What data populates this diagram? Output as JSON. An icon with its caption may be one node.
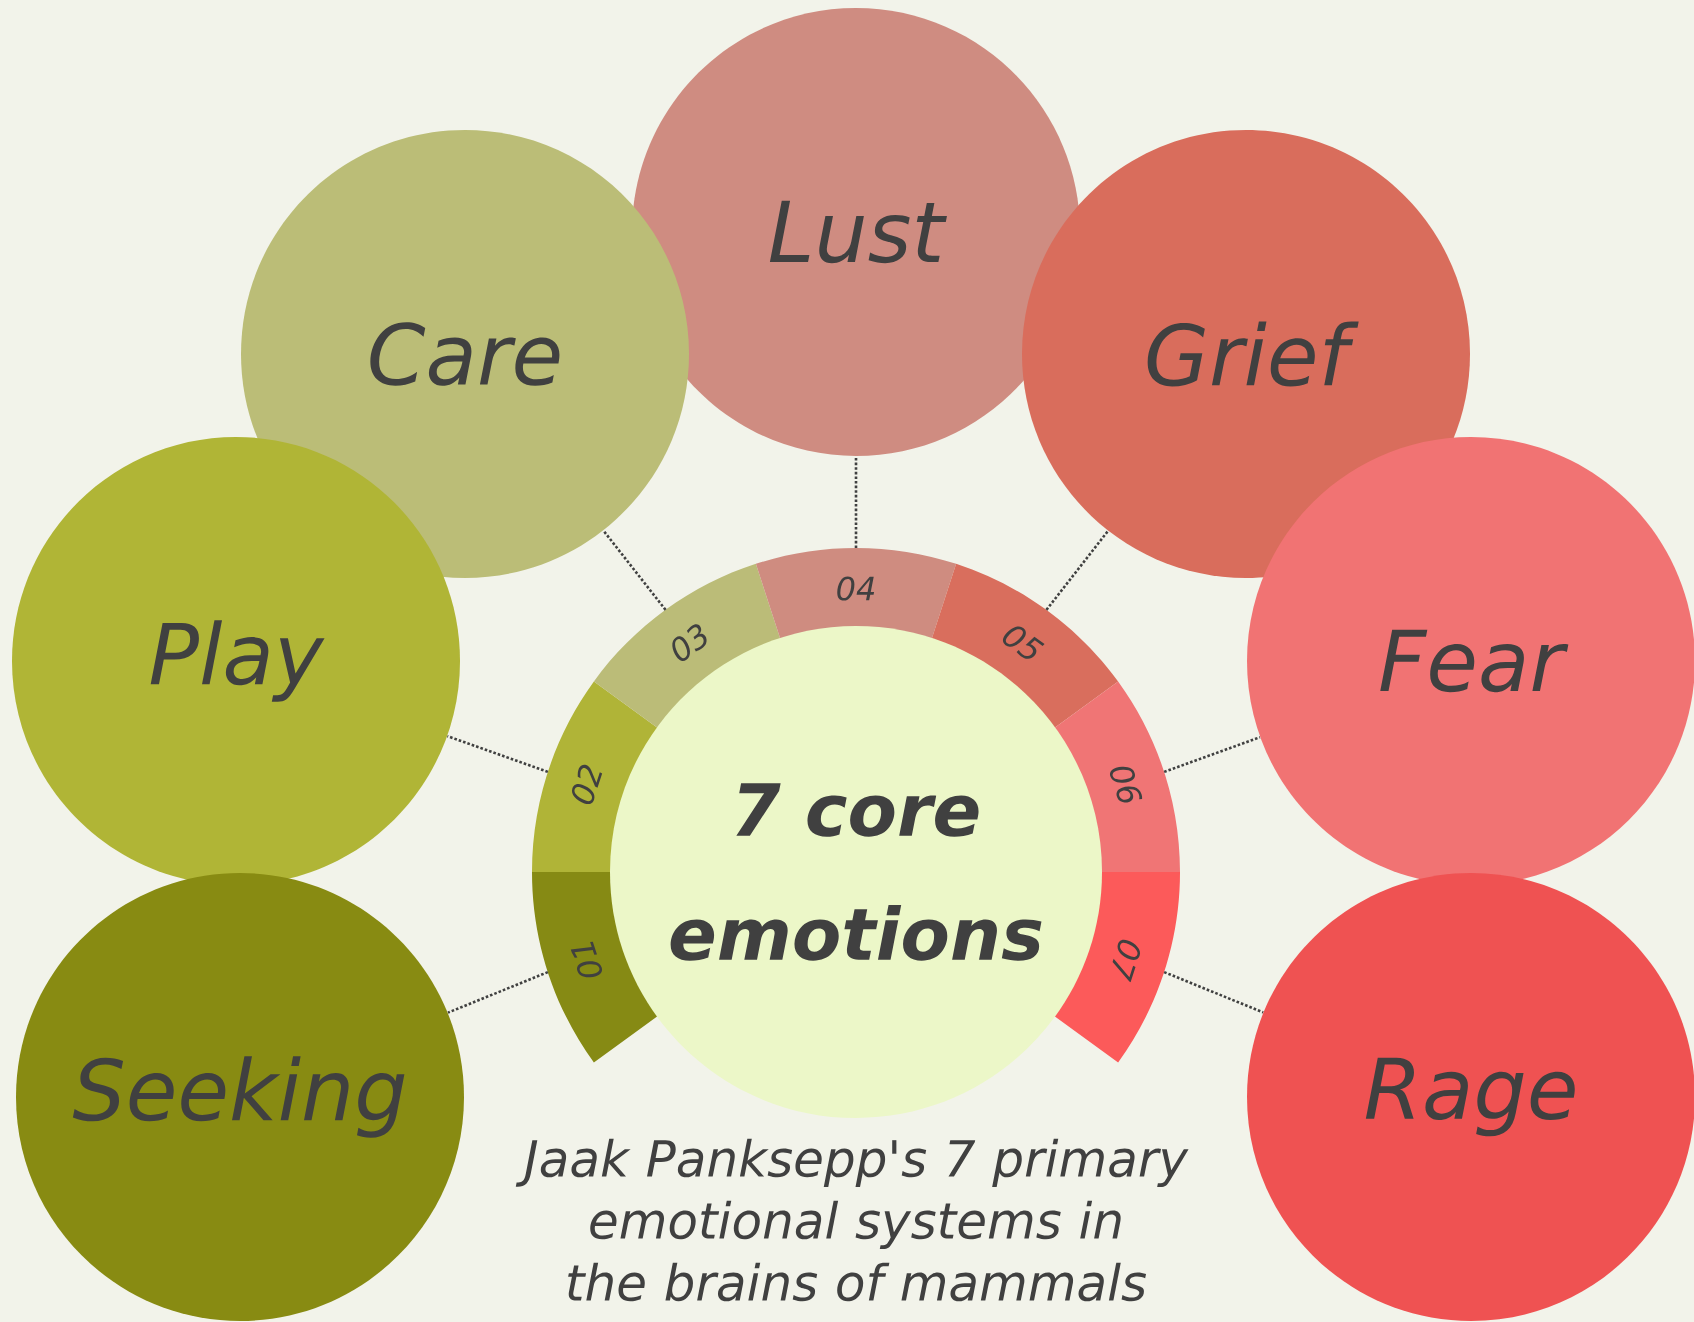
{
  "diagram": {
    "title": "Jaak Panksepp's 7 primary emotional systems in the brains of mammals",
    "nodes": [
      {
        "text": [
          "Seeking"
        ]
      },
      {
        "text": [
          "Play"
        ]
      },
      {
        "text": [
          "Care"
        ]
      },
      {
        "text": [
          "Lust"
        ]
      },
      {
        "text": [
          "Grief"
        ]
      },
      {
        "text": [
          "Fear"
        ]
      },
      {
        "text": [
          "Rage"
        ]
      },
      {
        "text": [
          "7 core emotions"
        ]
      },
      {
        "text": [
          "01"
        ]
      },
      {
        "text": [
          "02"
        ]
      },
      {
        "text": [
          "03"
        ]
      },
      {
        "text": [
          "04"
        ]
      },
      {
        "text": [
          "05"
        ]
      },
      {
        "text": [
          "06"
        ]
      },
      {
        "text": [
          "07"
        ]
      }
    ],
    "edges": [
      {
        "from": 8,
        "to": 0,
        "arrow": "none"
      },
      {
        "from": 9,
        "to": 1,
        "arrow": "none"
      },
      {
        "from": 10,
        "to": 2,
        "arrow": "none"
      },
      {
        "from": 11,
        "to": 3,
        "arrow": "none"
      },
      {
        "from": 12,
        "to": 4,
        "arrow": "none"
      },
      {
        "from": 13,
        "to": 5,
        "arrow": "none"
      },
      {
        "from": 14,
        "to": 6,
        "arrow": "none"
      }
    ]
  }
}
